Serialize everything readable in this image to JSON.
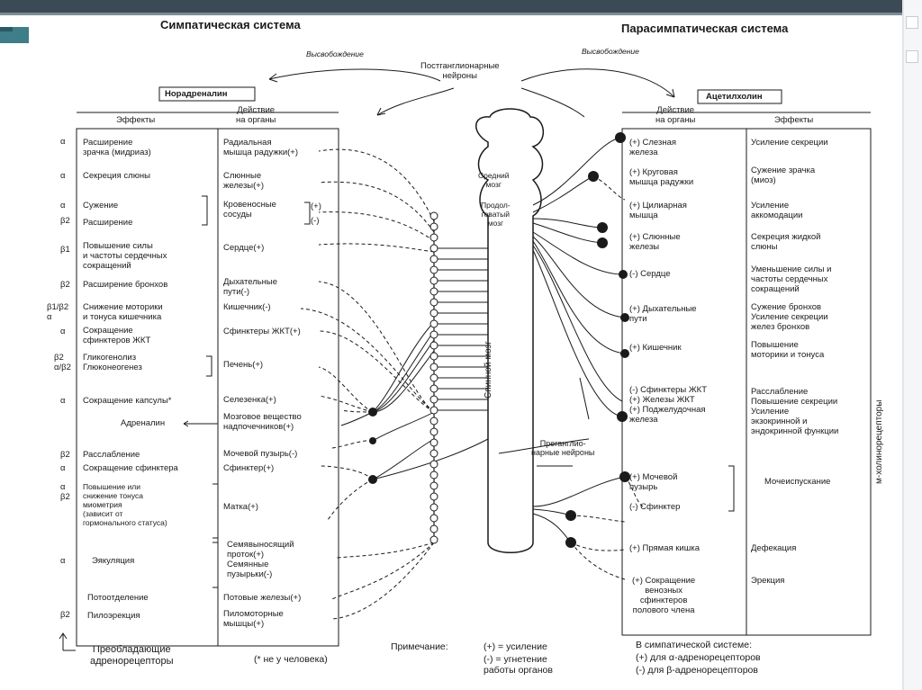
{
  "sympathetic": {
    "title": "Симпатическая система",
    "release": "Высвобождение",
    "mediator": "Норадреналин",
    "effects_header": "Эффекты",
    "action_header": "Действие\nна органы",
    "receptor_note": "Преобладающие\nадренорецепторы",
    "human_note": "(* не у человека)",
    "rows": [
      {
        "receptor": "α",
        "effect": "Расширение\nзрачка (мидриаз)",
        "organ": "Радиальная\nмышца радужки(+)"
      },
      {
        "receptor": "α",
        "effect": "Секреция слюны",
        "organ": "Слюнные\nжелезы(+)"
      },
      {
        "receptor": "α",
        "effect": "Сужение",
        "organ": "Кровеносные\nсосуды"
      },
      {
        "receptor": "β2",
        "effect": "Расширение",
        "organ": ""
      },
      {
        "receptor": "β1",
        "effect": "Повышение силы\nи частоты сердечных\nсокращений",
        "organ": "Сердце(+)"
      },
      {
        "receptor": "β2",
        "effect": "Расширение бронхов",
        "organ": "Дыхательные\nпути(-)"
      },
      {
        "receptor": "β1/β2\nα",
        "effect": "Снижение моторики\nи тонуса кишечника",
        "organ": "Кишечник(-)"
      },
      {
        "receptor": "α",
        "effect": "Сокращение\nсфинктеров ЖКТ",
        "organ": "Сфинктеры ЖКТ(+)"
      },
      {
        "receptor": "β2\nα/β2",
        "effect": "Гликогенолиз\nГлюконеогенез",
        "organ": "Печень(+)"
      },
      {
        "receptor": "α",
        "effect": "Сокращение капсулы*",
        "organ": "Селезенка(+)"
      },
      {
        "receptor": "",
        "effect": "Адреналин",
        "organ": "Мозговое вещество\nнадпочечников(+)"
      },
      {
        "receptor": "β2",
        "effect": "Расслабление",
        "organ": "Мочевой пузырь(-)"
      },
      {
        "receptor": "α",
        "effect": "Сокращение сфинктера",
        "organ": "Сфинктер(+)"
      },
      {
        "receptor": "α\nβ2",
        "effect": "Повышение или\nснижение тонуса\nмиометрия\n(зависит от\nгормонального статуса)",
        "organ": "Матка(+)"
      },
      {
        "receptor": "α",
        "effect": "Эякуляция",
        "organ": "Семявыносящий\nпроток(+)\nСемянные\nпузырьки(-)"
      },
      {
        "receptor": "",
        "effect": "Потоотделение",
        "organ": "Потовые железы(+)"
      },
      {
        "receptor": "β2",
        "effect": "Пилоэрекция",
        "organ": "Пиломоторные\nмышцы(+)"
      }
    ],
    "vessel_signs": [
      "(+)",
      "(-)"
    ]
  },
  "parasympathetic": {
    "title": "Парасимпатическая система",
    "release": "Высвобождение",
    "mediator": "Ацетилхолин",
    "effects_header": "Эффекты",
    "action_header": "Действие\nна органы",
    "receptor_label": "м-холинорецепторы",
    "rows": [
      {
        "organ": "(+) Слезная\nжелеза",
        "effect": "Усиление секреции"
      },
      {
        "organ": "(+) Круговая\nмышца радужки",
        "effect": "Сужение зрачка\n(миоз)"
      },
      {
        "organ": "(+) Цилиарная\nмышца",
        "effect": "Усиление\nаккомодации"
      },
      {
        "organ": "(+) Слюнные\nжелезы",
        "effect": "Секреция жидкой\nслюны"
      },
      {
        "organ": "(-) Сердце",
        "effect": "Уменьшение силы и\nчастоты сердечных\nсокращений"
      },
      {
        "organ": "(+) Дыхательные\nпути",
        "effect": "Сужение бронхов\nУсиление секреции\nжелез бронхов"
      },
      {
        "organ": "(+) Кишечник",
        "effect": "Повышение\nмоторики и тонуса"
      },
      {
        "organ": "(-) Сфинктеры ЖКТ\n(+) Железы ЖКТ\n(+) Поджелудочная\nжелеза",
        "effect": "Расслабление\nПовышение секреции\nУсиление\nэкзокринной и\nэндокринной функции"
      },
      {
        "organ": "(+) Мочевой\nпузырь\n\n(-) Сфинктер",
        "effect": "Мочеиспускание"
      },
      {
        "organ": "(+) Прямая кишка",
        "effect": "Дефекация"
      },
      {
        "organ": "(+) Сокращение\nвенозных\nсфинктеров\nполового члена",
        "effect": "Эрекция"
      }
    ]
  },
  "center": {
    "postganglionic": "Постганглионарные\nнейроны",
    "preganglionic": "Преганглио-\nнарные нейроны",
    "midbrain": "Средний\nмозг",
    "medulla": "Продол-\nговатый\nмозг",
    "spinal_cord": "Спинной мозг"
  },
  "notes": {
    "label": "Примечание:",
    "plus": "(+) = усиление",
    "minus": "(-) = угнетение\nработы органов",
    "symp_title": "В симпатической системе:",
    "symp_plus": "(+) для α-адренорецепторов",
    "symp_minus": "(-) для β-адренорецепторов"
  },
  "colors": {
    "ink": "#1a1a1a",
    "header": "#3c4a55",
    "accent": "#3f7e88"
  }
}
